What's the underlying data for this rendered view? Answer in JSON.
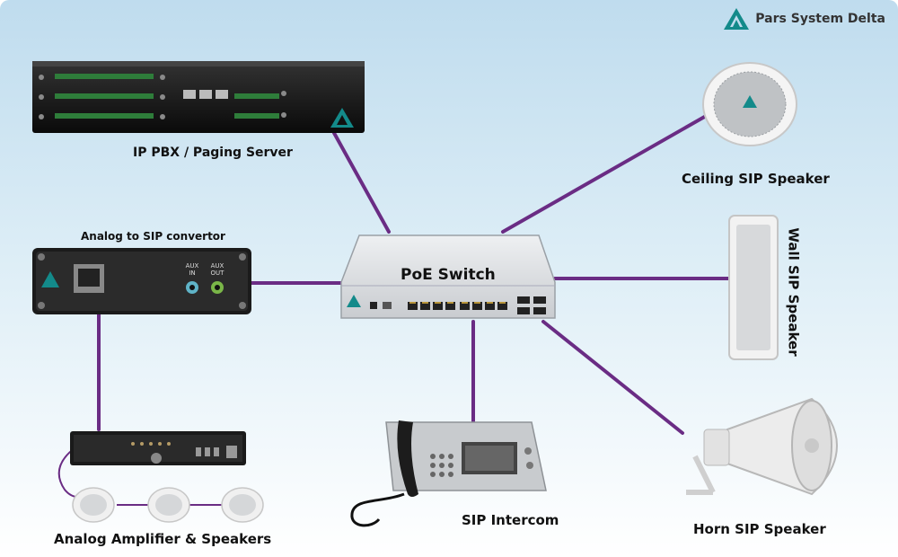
{
  "brand": {
    "name": "Pars System Delta",
    "logo_icon": "triangle-logo-icon"
  },
  "colors": {
    "link": "#6a2c84",
    "brand": "#138a8a"
  },
  "devices": {
    "pbx": {
      "label": "IP PBX / Paging Server"
    },
    "analog_converter": {
      "label": "Analog to SIP convertor",
      "port_in": "AUX\nIN",
      "port_out": "AUX\nOUT"
    },
    "switch": {
      "label": "PoE Switch"
    },
    "ceiling_speaker": {
      "label": "Ceiling SIP Speaker"
    },
    "wall_speaker": {
      "label": "Wall SIP Speaker"
    },
    "horn_speaker": {
      "label": "Horn SIP Speaker"
    },
    "intercom": {
      "label": "SIP Intercom"
    },
    "amplifier": {
      "label": "Analog Amplifier & Speakers"
    }
  }
}
